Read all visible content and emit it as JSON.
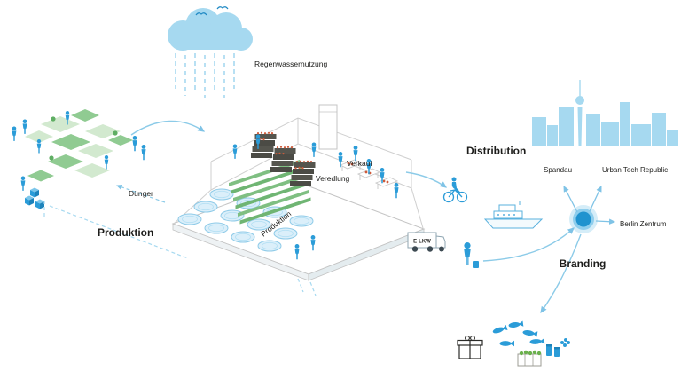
{
  "diagram": {
    "stages": {
      "produktion": "Produktion",
      "distribution": "Distribution",
      "branding": "Branding"
    },
    "labels": {
      "regenwassernutzung": "Regenwassernutzung",
      "duenger": "Dünger",
      "veredlung": "Veredlung",
      "verkauf": "Verkauf",
      "produktion_building": "Produktion",
      "e_lkw": "E-LKW"
    },
    "destinations": {
      "spandau": "Spandau",
      "urban_tech_republic": "Urban Tech Republic",
      "berlin_zentrum": "Berlin Zentrum"
    },
    "colors": {
      "sky_blue": "#a6d9f0",
      "figure_blue": "#2b9cd8",
      "node_blue": "#1f93cf",
      "arrow_blue": "#8ccbe8",
      "plot_green_light": "#d2e9cf",
      "plot_green": "#90cb92",
      "terrace_green": "#7fbf82",
      "crate_dark": "#4b4b45",
      "produce_red": "#cf5b3a",
      "text_dark": "#1d1d1b"
    }
  }
}
